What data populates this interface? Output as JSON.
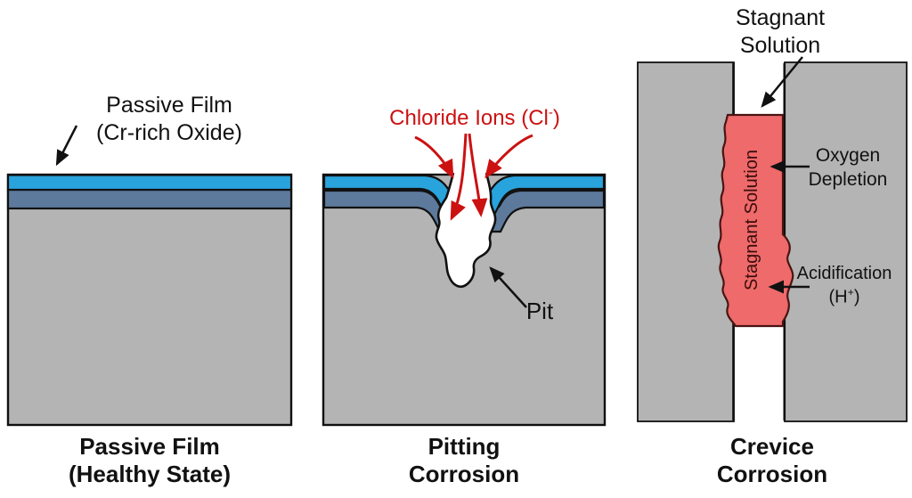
{
  "colors": {
    "metal_gray": "#b4b4b4",
    "film_blue": "#29a3dc",
    "oxide_steel_blue": "#5d7a9c",
    "solution_red": "#ef6a6a",
    "solution_outline_dark_red": "#4a1414",
    "solution_text_dark_red": "#3a0d0d",
    "chloride_red": "#cc1111",
    "outline_black": "#111111"
  },
  "panels": {
    "passive": {
      "film_label_line1": "Passive Film",
      "film_label_line2": "(Cr-rich Oxide)",
      "caption_line1": "Passive Film",
      "caption_line2": "(Healthy State)"
    },
    "pitting": {
      "chloride_pre": "Chloride Ions (Cl",
      "chloride_sup": "-",
      "chloride_post": ")",
      "pit_label": "Pit",
      "caption_line1": "Pitting",
      "caption_line2": "Corrosion"
    },
    "crevice": {
      "stagnant_line1": "Stagnant",
      "stagnant_line2": "Solution",
      "solution_vertical_text": "Stagnant Solution",
      "oxygen_line1": "Oxygen",
      "oxygen_line2": "Depletion",
      "acid_line1": "Acidification",
      "acid_line2_pre": "(H",
      "acid_line2_sup": "+",
      "acid_line2_post": ")",
      "caption_line1": "Crevice",
      "caption_line2": "Corrosion"
    }
  }
}
